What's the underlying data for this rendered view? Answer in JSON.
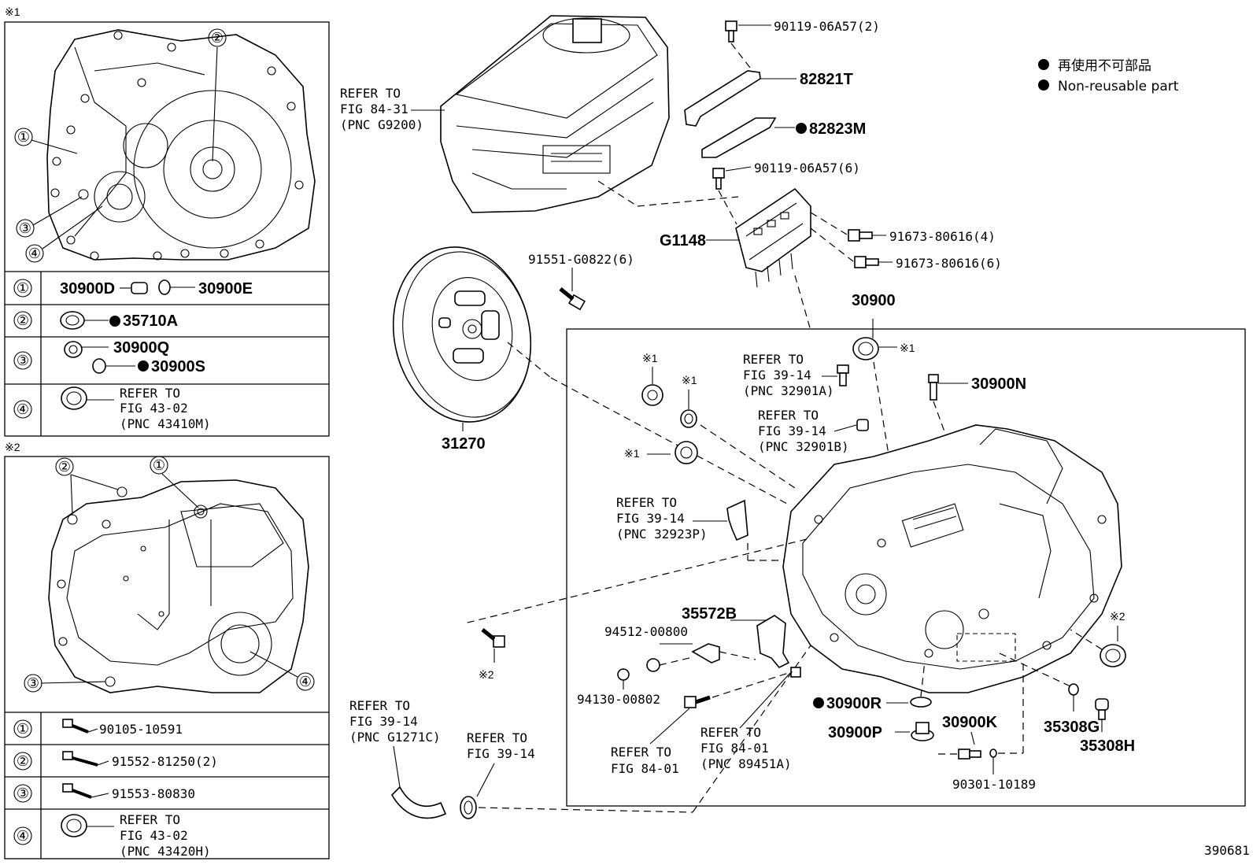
{
  "inset1": {
    "mark": "※1",
    "callouts": [
      "①",
      "②",
      "③",
      "④"
    ],
    "rows": [
      {
        "num": "①",
        "left": "30900D",
        "right": "30900E",
        "dot": false
      },
      {
        "num": "②",
        "right": "35710A",
        "dot": true
      },
      {
        "num": "③",
        "line1": "30900Q",
        "line2": "30900S",
        "dot2": true
      },
      {
        "num": "④",
        "ref": [
          "REFER TO",
          "FIG 43-02",
          "(PNC 43410M)"
        ]
      }
    ]
  },
  "inset2": {
    "mark": "※2",
    "callouts": [
      "①",
      "②",
      "③",
      "④"
    ],
    "rows": [
      {
        "num": "①",
        "part": "90105-10591"
      },
      {
        "num": "②",
        "part": "91552-81250(2)"
      },
      {
        "num": "③",
        "part": "91553-80830"
      },
      {
        "num": "④",
        "ref": [
          "REFER TO",
          "FIG 43-02",
          "(PNC 43420H)"
        ]
      }
    ]
  },
  "legend": {
    "line1": "再使用不可部品",
    "line2": "Non-reusable part"
  },
  "labels": {
    "ref_g9200": [
      "REFER TO",
      "FIG 84-31",
      "(PNC G9200)"
    ],
    "p90119a": "90119-06A57(2)",
    "p82821t": "82821T",
    "p82823m": "82823M",
    "p90119b": "90119-06A57(6)",
    "pg1148": "G1148",
    "p91673a": "91673-80616(4)",
    "p91673b": "91673-80616(6)",
    "p91551": "91551-G0822(6)",
    "p30900": "30900",
    "mark1": "※1",
    "mark2": "※2",
    "ref_32901a": [
      "REFER TO",
      "FIG 39-14",
      "(PNC 32901A)"
    ],
    "ref_32901b": [
      "REFER TO",
      "FIG 39-14",
      "(PNC 32901B)"
    ],
    "p30900n": "30900N",
    "p31270": "31270",
    "ref_32923p": [
      "REFER TO",
      "FIG 39-14",
      "(PNC 32923P)"
    ],
    "p35572b": "35572B",
    "p94512": "94512-00800",
    "p94130": "94130-00802",
    "p30900r": "30900R",
    "p30900p": "30900P",
    "p30900k": "30900K",
    "p35308g": "35308G",
    "p35308h": "35308H",
    "p90301": "90301-10189",
    "ref_84_01a": [
      "REFER TO",
      "FIG 84-01"
    ],
    "ref_84_01b": [
      "REFER TO",
      "FIG 84-01",
      "(PNC 89451A)"
    ],
    "ref_g1271c": [
      "REFER TO",
      "FIG 39-14",
      "(PNC G1271C)"
    ],
    "ref_39_14": [
      "REFER TO",
      "FIG 39-14"
    ],
    "fig_id": "390681"
  }
}
